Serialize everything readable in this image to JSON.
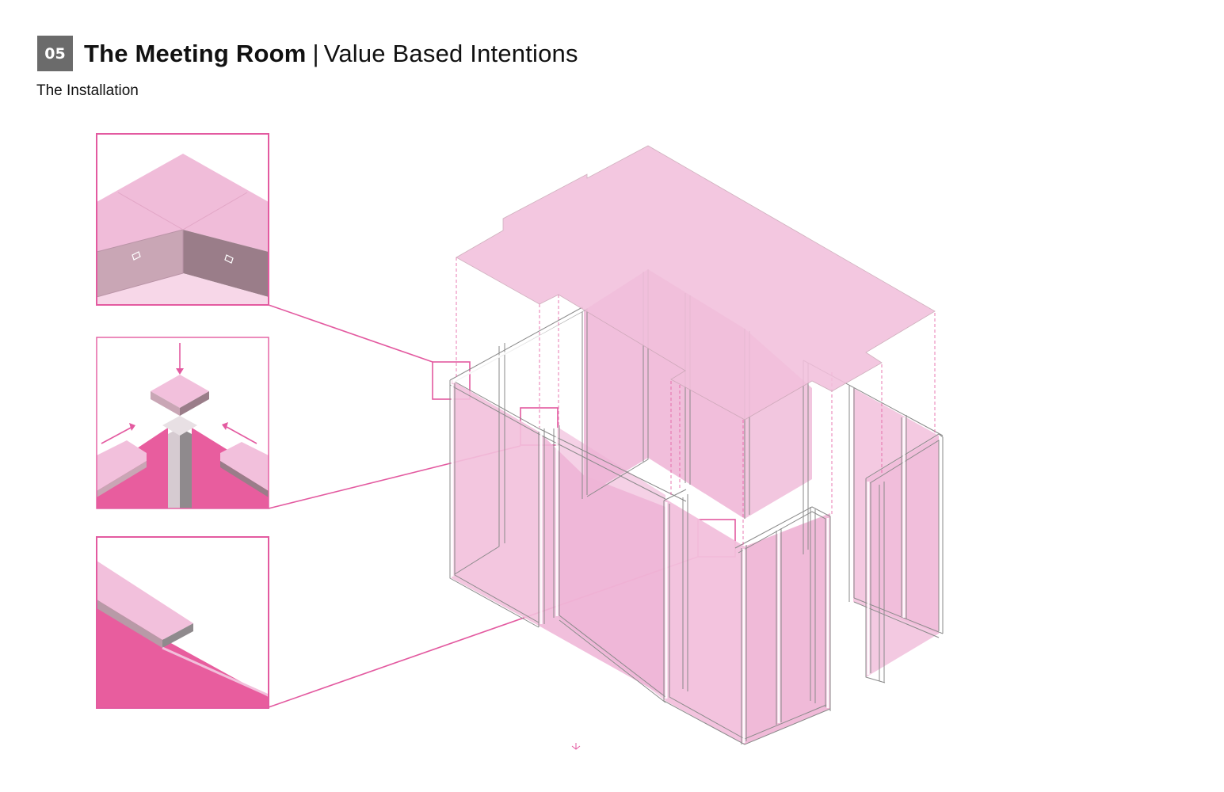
{
  "header": {
    "badge": "05",
    "title_bold": "The Meeting Room",
    "separator": "|",
    "title_rest": "Value Based Intentions"
  },
  "subtitle": "The Installation",
  "colors": {
    "accent": "#e35aa0",
    "panel_light": "#f2c0dc",
    "panel_mid": "#efb6d6",
    "panel_deep": "#e85d9e",
    "frame": "#ffffff",
    "frame_stroke": "#888888",
    "badge_bg": "#6b6b6b"
  },
  "details": [
    {
      "name": "roof-corner-joint-detail"
    },
    {
      "name": "post-cap-assembly-detail"
    },
    {
      "name": "panel-edge-detail"
    }
  ]
}
